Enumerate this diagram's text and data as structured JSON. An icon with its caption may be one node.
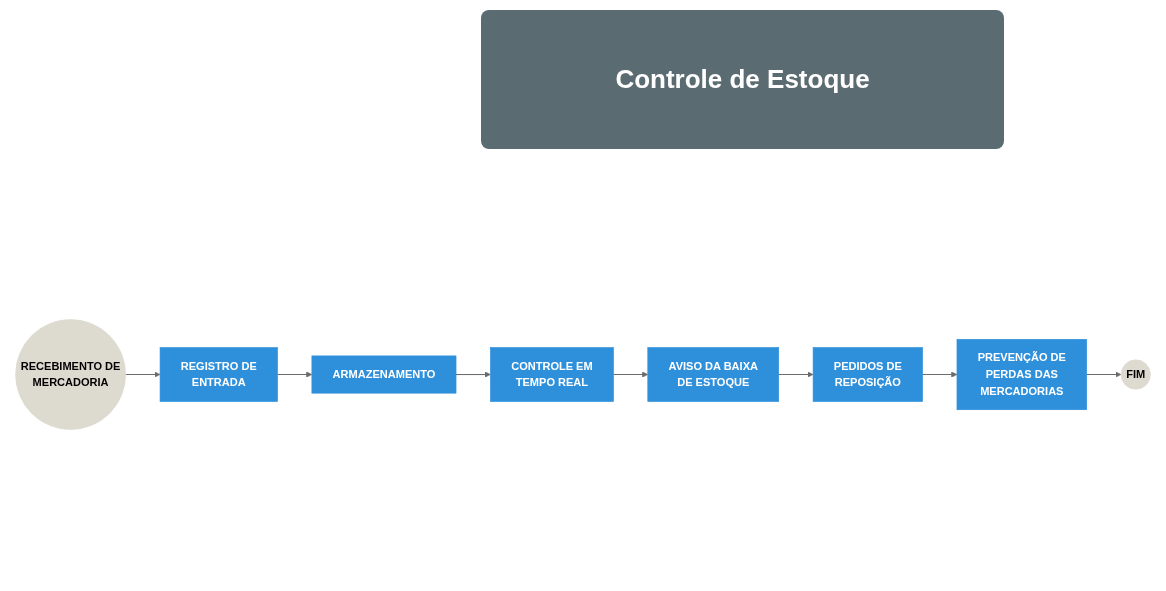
{
  "diagram": {
    "title": "Controle de Estoque",
    "nodes": [
      {
        "text": [
          "RECEBIMENTO DE MERCADORIA"
        ]
      },
      {
        "text": [
          "REGISTRO DE ENTRADA"
        ]
      },
      {
        "text": [
          "ARMAZENAMENTO"
        ]
      },
      {
        "text": [
          "CONTROLE EM TEMPO REAL"
        ]
      },
      {
        "text": [
          "AVISO DA BAIXA DE ESTOQUE"
        ]
      },
      {
        "text": [
          "PEDIDOS DE REPOSIÇÃO"
        ]
      },
      {
        "text": [
          "PREVENÇÃO DE PERDAS DAS MERCADORIAS"
        ]
      },
      {
        "text": [
          "FIM"
        ]
      }
    ],
    "edges": [
      {
        "from": 0,
        "to": 1,
        "arrow": "to"
      },
      {
        "from": 1,
        "to": 2,
        "arrow": "to"
      },
      {
        "from": 2,
        "to": 3,
        "arrow": "to"
      },
      {
        "from": 3,
        "to": 4,
        "arrow": "to"
      },
      {
        "from": 4,
        "to": 5,
        "arrow": "to"
      },
      {
        "from": 5,
        "to": 6,
        "arrow": "to"
      },
      {
        "from": 6,
        "to": 7,
        "arrow": "to"
      }
    ]
  }
}
